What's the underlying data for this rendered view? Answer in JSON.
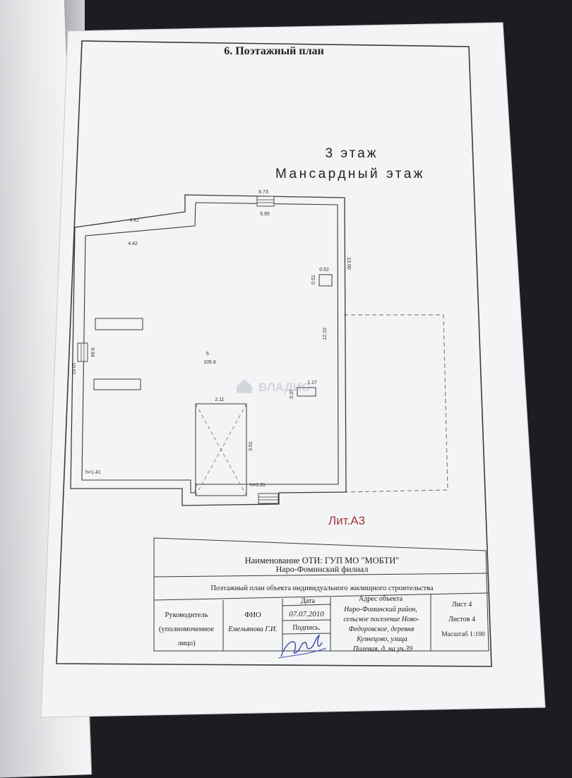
{
  "page": {
    "heading": "6. Поэтажный план"
  },
  "plan": {
    "floor_title": "3 этаж",
    "floor_subtitle": "Мансардный этаж",
    "room_number": "6",
    "room_area": "105.8",
    "lit_label": "Лит.А3",
    "dims": {
      "top_outer": "6.73",
      "top_inner": "5.95",
      "left_outer_top": "4.42",
      "left_inner_top": "4.42",
      "right_height": "13.00",
      "right_inner": "12.10",
      "left_height": "10.61",
      "left_inner": "9.94",
      "chimney_w": "0.52",
      "chimney_h": "0.51",
      "small_w": "1.17",
      "small_h": "0.37",
      "stair_w": "2.11",
      "stair_h": "3.61",
      "h_left": "h=1.41",
      "h_stair": "h=3.35"
    }
  },
  "watermark": {
    "text": "ВЛАДИС"
  },
  "titleblock": {
    "org_line1": "Наименование ОТИ: ГУП МО \"МОБТИ\"",
    "org_line2": "Наро-Фоминский филиал",
    "doc_title": "Поэтажный план объекта индивидуального жилищного строительства",
    "role_line1": "Руководитель",
    "role_line2": "(уполномоченное",
    "role_line3": "лицо)",
    "fio_label": "ФИО",
    "fio_value": "Емельянова Г.И.",
    "date_label": "Дата",
    "date_value": "07.07.2010",
    "sign_label": "Подпись.",
    "address_label": "Адрес объекта",
    "address_line1": "Наро-Фоминский район,",
    "address_line2": "сельское поселение Ново-",
    "address_line3": "Федоровское, деревня",
    "address_line4": "Кузнецово, улица",
    "address_line5": "Полевая, д. на уч.39",
    "sheet_label": "Лист 4",
    "sheets_label": "Листов 4",
    "scale_label": "Масштаб 1:100"
  },
  "colors": {
    "paper": "#f3f4f6",
    "ink": "#2a2a2e",
    "lit_red": "#a8343c",
    "signature": "#3b4aa8",
    "background": "#1c1c22"
  }
}
